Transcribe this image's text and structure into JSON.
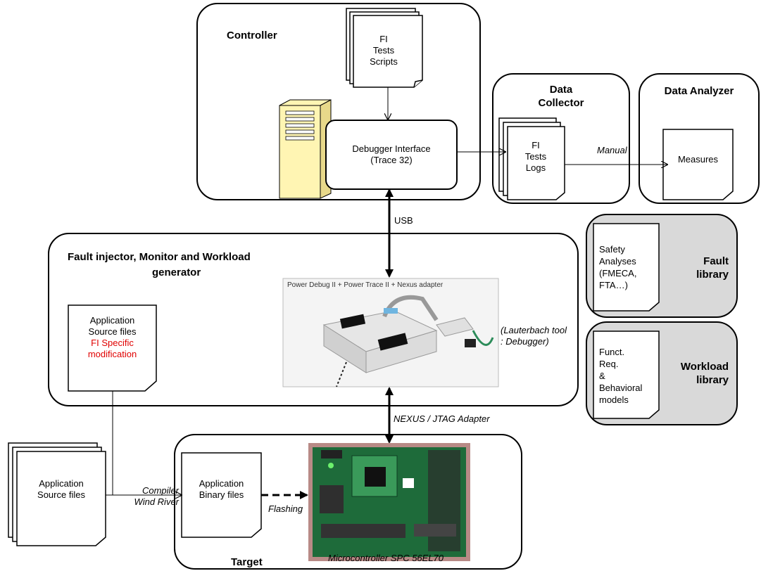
{
  "controller": {
    "title": "Controller",
    "scripts_doc": [
      "FI",
      "Tests",
      "Scripts"
    ],
    "debugger_box": [
      "Debugger Interface",
      "(Trace 32)"
    ]
  },
  "data_collector": {
    "title": [
      "Data",
      "Collector"
    ],
    "logs_doc": [
      "FI",
      "Tests",
      "Logs"
    ]
  },
  "data_analyzer": {
    "title": "Data Analyzer",
    "measures_doc": "Measures"
  },
  "manual_label": "Manual",
  "usb_label": "USB",
  "fault_injector": {
    "title_line1": "Fault injector, Monitor and Workload",
    "title_line2": "generator",
    "app_src_doc": [
      "Application",
      "Source files"
    ],
    "fi_mod": [
      "FI Specific",
      "modification"
    ],
    "photo_caption": "Power Debug II + Power Trace II + Nexus adapter",
    "lauterbach": [
      "(Lauterbach tool",
      ": Debugger)"
    ]
  },
  "fault_library": {
    "doc": [
      "Safety",
      "Analyses",
      "(FMECA,",
      "FTA…)"
    ],
    "title": [
      "Fault",
      "library"
    ]
  },
  "workload_library": {
    "doc": [
      "Funct.",
      "Req.",
      "&",
      "Behavioral",
      "models"
    ],
    "title": [
      "Workload",
      "library"
    ]
  },
  "nexus_label": "NEXUS / JTAG Adapter",
  "app_source_files": [
    "Application",
    "Source files"
  ],
  "compiler_label": [
    "Compiler",
    "Wind River"
  ],
  "target": {
    "title": "Target",
    "binary_doc": [
      "Application",
      "Binary files"
    ],
    "flashing_label": "Flashing",
    "mcu_caption": "Microcontroller SPC 56EL70"
  },
  "colors": {
    "gray_panel": "#d9d9d9",
    "red_text": "#e00000",
    "server": "#fff5b3",
    "board": "#1e6b3a"
  }
}
